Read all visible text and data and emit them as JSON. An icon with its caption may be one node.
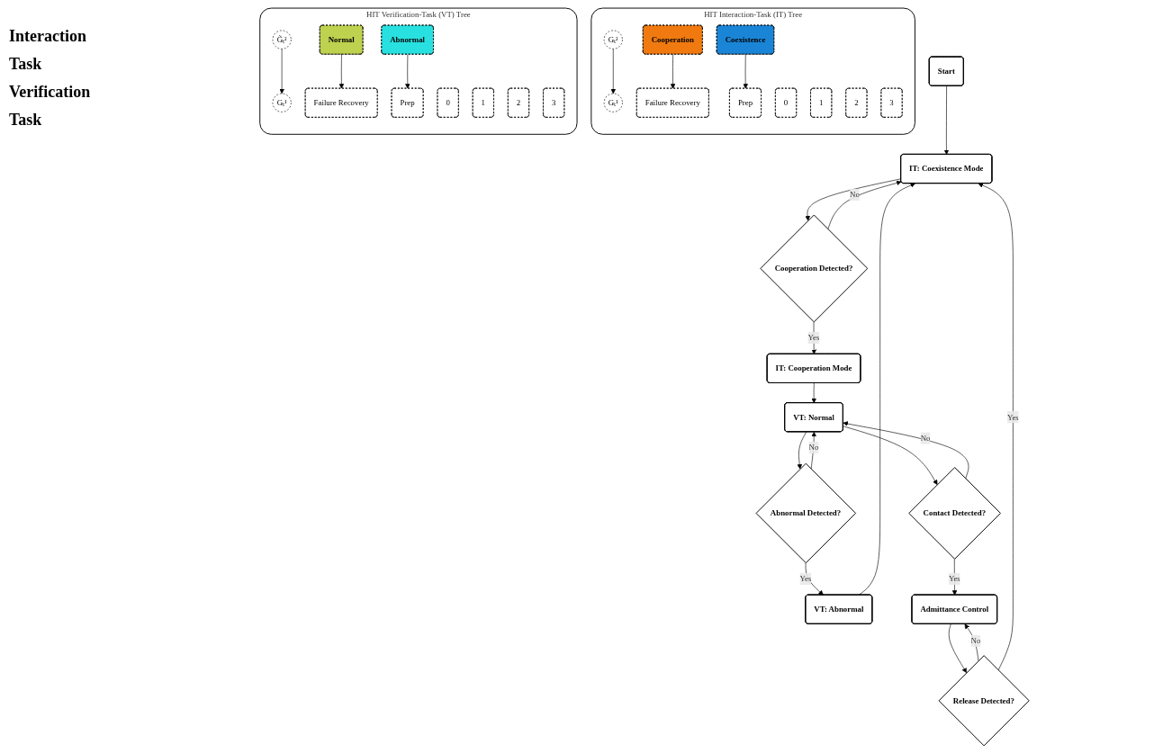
{
  "diagram": {
    "nodes": [
      {
        "text": [
          "HIT Interaction-Task (IT) Tree"
        ]
      },
      {
        "text": [
          "Gₜ²"
        ],
        "in": 0
      },
      {
        "text": [
          "Gₜ¹"
        ],
        "in": 0
      },
      {
        "text": [
          "Cooperation"
        ],
        "in": 0
      },
      {
        "text": [
          "Failure Recovery"
        ],
        "in": 0
      },
      {
        "text": [
          "Coexistence"
        ],
        "in": 0
      },
      {
        "text": [
          "Prep"
        ],
        "in": 0
      },
      {
        "text": [
          "0"
        ],
        "in": 0
      },
      {
        "text": [
          "1"
        ],
        "in": 0
      },
      {
        "text": [
          "2"
        ],
        "in": 0
      },
      {
        "text": [
          "3"
        ],
        "in": 0
      },
      {
        "text": [
          "HIT Verification-Task (VT) Tree"
        ]
      },
      {
        "text": [
          "G̃ₜ²"
        ],
        "in": 11
      },
      {
        "text": [
          "Gₜ¹"
        ],
        "in": 11
      },
      {
        "text": [
          "Normal"
        ],
        "in": 11
      },
      {
        "text": [
          "Failure Recovery"
        ],
        "in": 11
      },
      {
        "text": [
          "Abnormal"
        ],
        "in": 11
      },
      {
        "text": [
          "Prep"
        ],
        "in": 11
      },
      {
        "text": [
          "0"
        ],
        "in": 11
      },
      {
        "text": [
          "1"
        ],
        "in": 11
      },
      {
        "text": [
          "2"
        ],
        "in": 11
      },
      {
        "text": [
          "3"
        ],
        "in": 11
      },
      {
        "text": [
          "Start"
        ]
      },
      {
        "text": [
          "IT: Coexistence Mode"
        ]
      },
      {
        "text": [
          "Cooperation Detected?"
        ]
      },
      {
        "text": [
          "IT: Cooperation Mode"
        ]
      },
      {
        "text": [
          "VT: Abnormal"
        ]
      },
      {
        "text": [
          "VT: Normal"
        ]
      },
      {
        "text": [
          "Abnormal Detected?"
        ]
      },
      {
        "text": [
          "Contact Detected?"
        ]
      },
      {
        "text": [
          "Admittance Control"
        ]
      },
      {
        "text": [
          "Release Detected?"
        ]
      }
    ],
    "edges": [
      {
        "from": 1,
        "to": 2,
        "arrow": "to"
      },
      {
        "from": 3,
        "to": 4,
        "arrow": "to"
      },
      {
        "from": 5,
        "to": 6,
        "arrow": "to"
      },
      {
        "from": 12,
        "to": 13,
        "arrow": "to"
      },
      {
        "from": 14,
        "to": 15,
        "arrow": "to"
      },
      {
        "from": 16,
        "to": 17,
        "arrow": "to"
      },
      {
        "from": 22,
        "to": 23,
        "arrow": "to"
      },
      {
        "from": 23,
        "to": 24,
        "arrow": "to"
      },
      {
        "from": 24,
        "to": 23,
        "arrow": "to",
        "label": "No"
      },
      {
        "from": 24,
        "to": 25,
        "arrow": "to",
        "label": "Yes"
      },
      {
        "from": 25,
        "to": 27,
        "arrow": "to"
      },
      {
        "from": 27,
        "to": 28,
        "arrow": "to"
      },
      {
        "from": 28,
        "to": 27,
        "arrow": "to",
        "label": "No"
      },
      {
        "from": 28,
        "to": 26,
        "arrow": "to",
        "label": "Yes"
      },
      {
        "from": 26,
        "to": 23,
        "arrow": "to"
      },
      {
        "from": 27,
        "to": 29,
        "arrow": "to"
      },
      {
        "from": 29,
        "to": 27,
        "arrow": "to",
        "label": "No"
      },
      {
        "from": 29,
        "to": 30,
        "arrow": "to",
        "label": "Yes"
      },
      {
        "from": 30,
        "to": 31,
        "arrow": "to"
      },
      {
        "from": 31,
        "to": 30,
        "arrow": "to",
        "label": "No"
      },
      {
        "from": 31,
        "to": 23,
        "arrow": "to",
        "label": "Yes"
      }
    ],
    "labels": [
      "Interaction",
      "Task",
      "Verification",
      "Task"
    ]
  }
}
